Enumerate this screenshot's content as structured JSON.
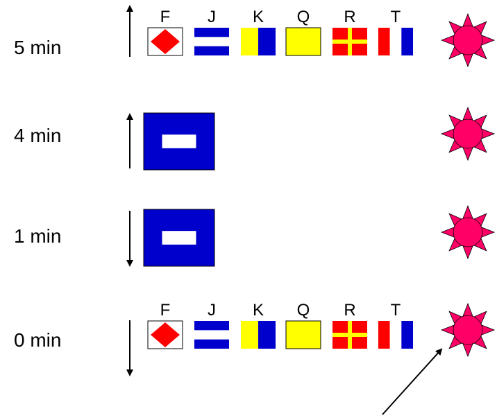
{
  "rows": [
    {
      "time_label": "5 min",
      "arrow": "up",
      "flags": [
        {
          "letter": "F",
          "flag": "F",
          "icon": "flag-f-icon"
        },
        {
          "letter": "J",
          "flag": "J",
          "icon": "flag-j-icon"
        },
        {
          "letter": "K",
          "flag": "K",
          "icon": "flag-k-icon"
        },
        {
          "letter": "Q",
          "flag": "Q",
          "icon": "flag-q-icon"
        },
        {
          "letter": "R",
          "flag": "R",
          "icon": "flag-r-icon"
        },
        {
          "letter": "T",
          "flag": "T",
          "icon": "flag-t-icon"
        }
      ],
      "signal": "sound-signal-icon"
    },
    {
      "time_label": "4 min",
      "arrow": "up",
      "flags": [
        {
          "letter": "",
          "flag": "P",
          "icon": "flag-p-icon"
        }
      ],
      "signal": "sound-signal-icon"
    },
    {
      "time_label": "1 min",
      "arrow": "down",
      "flags": [
        {
          "letter": "",
          "flag": "P",
          "icon": "flag-p-icon"
        }
      ],
      "signal": "sound-signal-icon"
    },
    {
      "time_label": "0 min",
      "arrow": "down",
      "flags": [
        {
          "letter": "F",
          "flag": "F",
          "icon": "flag-f-icon"
        },
        {
          "letter": "J",
          "flag": "J",
          "icon": "flag-j-icon"
        },
        {
          "letter": "K",
          "flag": "K",
          "icon": "flag-k-icon"
        },
        {
          "letter": "Q",
          "flag": "Q",
          "icon": "flag-q-icon"
        },
        {
          "letter": "R",
          "flag": "R",
          "icon": "flag-r-icon"
        },
        {
          "letter": "T",
          "flag": "T",
          "icon": "flag-t-icon"
        }
      ],
      "signal": "sound-signal-icon"
    }
  ],
  "pointer": {
    "target_row": 3,
    "icon": "pointer-arrow-icon"
  },
  "colors": {
    "red": "#ff0000",
    "blue": "#0000cc",
    "yellow": "#ffff00",
    "white": "#ffffff",
    "signal_fill": "#ff0066",
    "signal_rays": "#e0287a"
  }
}
